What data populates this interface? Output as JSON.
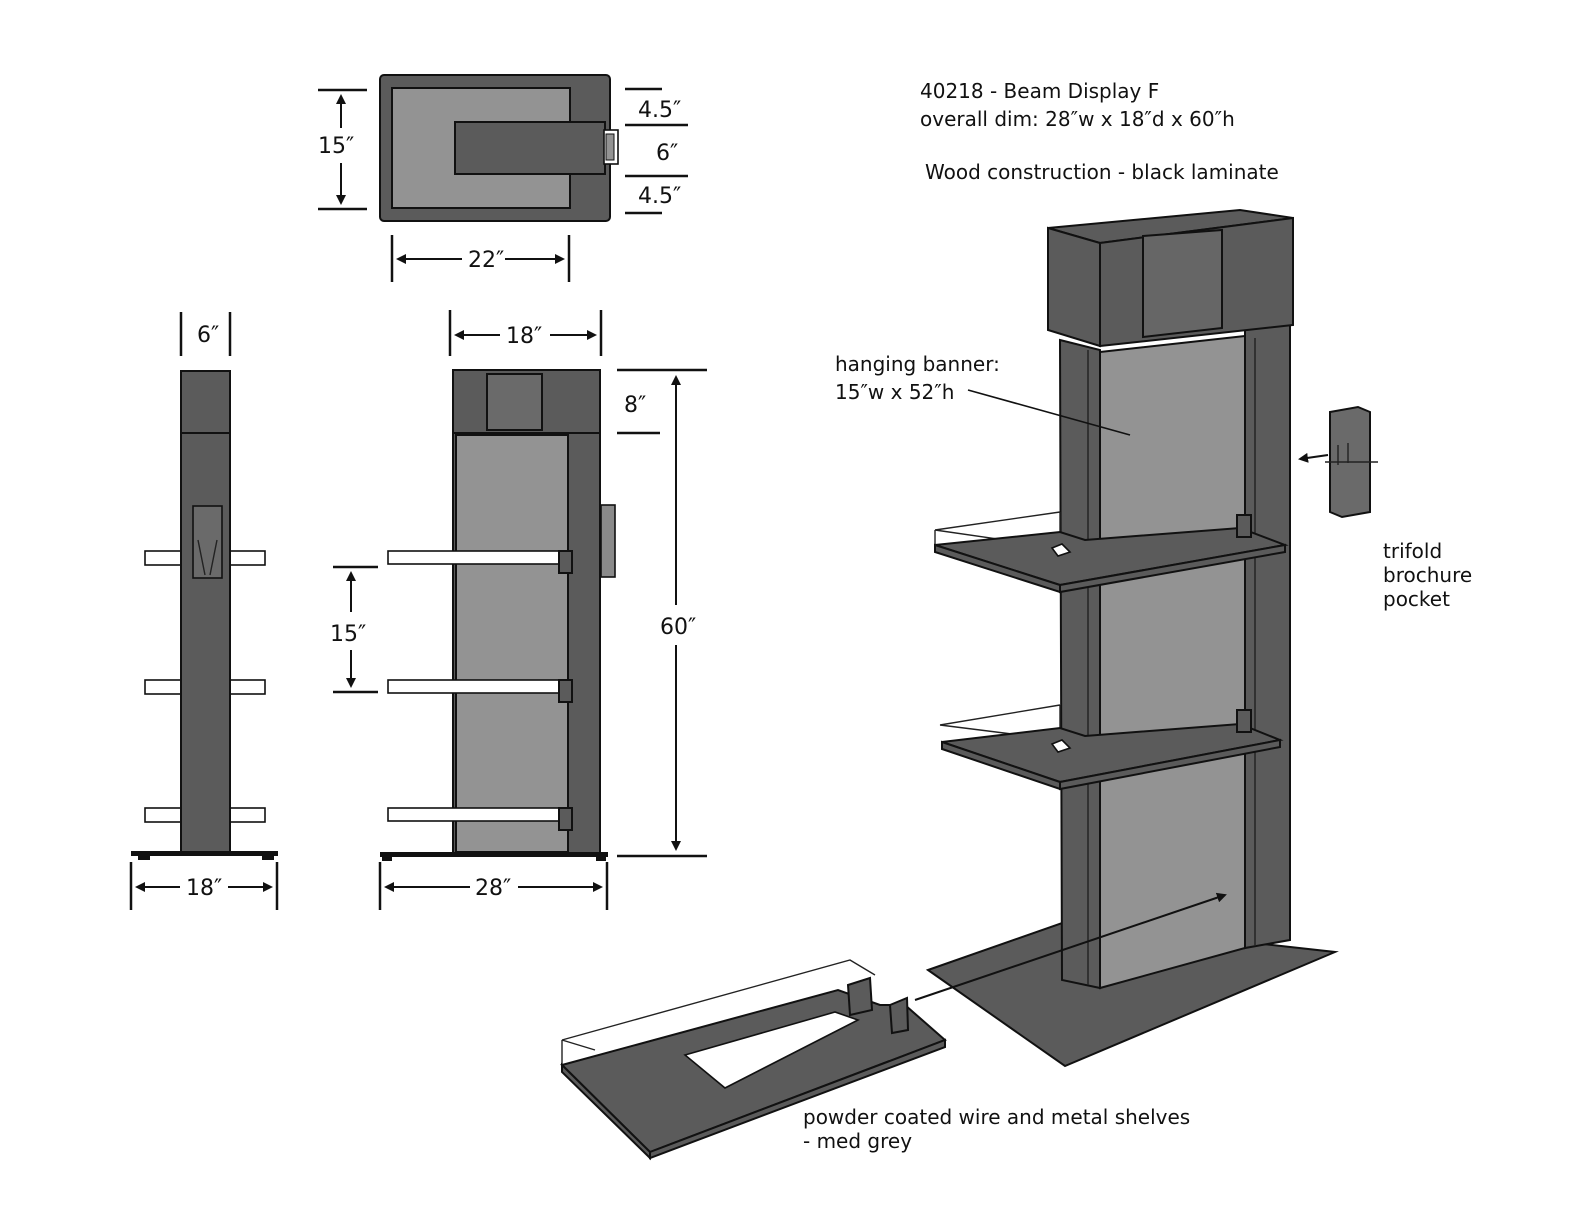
{
  "title": {
    "line1": "40218 - Beam Display F",
    "line2": "overall dim: 28″w x 18″d x 60″h",
    "material": "Wood construction - black laminate"
  },
  "callouts": {
    "banner_line1": "hanging banner:",
    "banner_line2": "15″w x 52″h",
    "pocket_line1": "trifold",
    "pocket_line2": "brochure",
    "pocket_line3": "pocket",
    "shelves_line1": "powder coated wire and metal shelves",
    "shelves_line2": "- med grey"
  },
  "dimensions": {
    "top_depth": "15″",
    "top_width": "22″",
    "top_seg1": "4.5″",
    "top_seg2": "6″",
    "top_seg3": "4.5″",
    "side_column_width": "6″",
    "side_base": "18″",
    "front_width_top": "18″",
    "front_base": "28″",
    "header_height": "8″",
    "overall_height": "60″",
    "shelf_spacing": "15″"
  },
  "colors": {
    "dark": "#5b5b5b",
    "light": "#939393"
  }
}
